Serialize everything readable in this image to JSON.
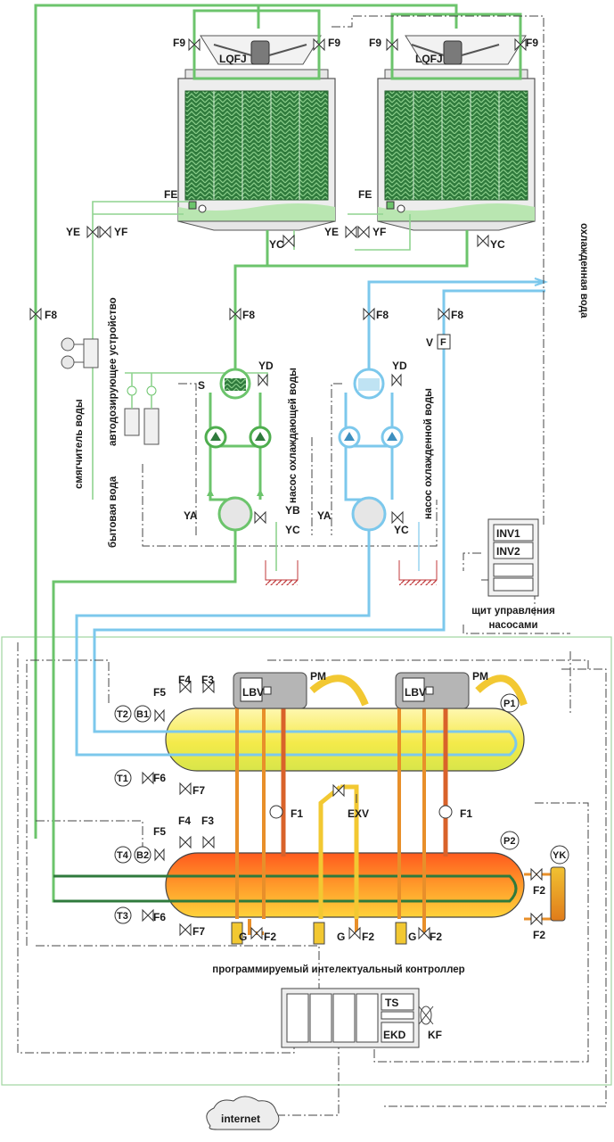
{
  "labels": {
    "f9": "F9",
    "lqfj": "LQFJ",
    "fe": "FE",
    "ye": "YE",
    "yf": "YF",
    "yc": "YC",
    "f8": "F8",
    "v": "V",
    "f_box": "F",
    "s": "S",
    "yd": "YD",
    "ya": "YA",
    "yb": "YB",
    "inv1": "INV1",
    "inv2": "INV2",
    "pm": "PM",
    "lbv": "LBV",
    "p1": "P1",
    "p2": "P2",
    "t1": "T1",
    "t2": "T2",
    "t3": "T3",
    "t4": "T4",
    "b1": "B1",
    "b2": "B2",
    "f1": "F1",
    "f2": "F2",
    "f3": "F3",
    "f4": "F4",
    "f5": "F5",
    "f6": "F6",
    "f7": "F7",
    "exv": "EXV",
    "g": "G",
    "yk": "YK",
    "ts": "TS",
    "ekd": "EKD",
    "kf": "KF"
  },
  "text": {
    "cooled_water": "охлажденная вода",
    "water_softener": "смягчитель воды",
    "auto_dosing": "автодозирующее устройство",
    "domestic_water": "бытовая вода",
    "cooling_water_pump": "насос охлаждающей воды",
    "chilled_water_pump": "насос охлажденной воды",
    "pump_panel_line1": "щит управления",
    "pump_panel_line2": "насосами",
    "controller": "программируемый интелектуальный контроллер",
    "internet": "internet"
  }
}
